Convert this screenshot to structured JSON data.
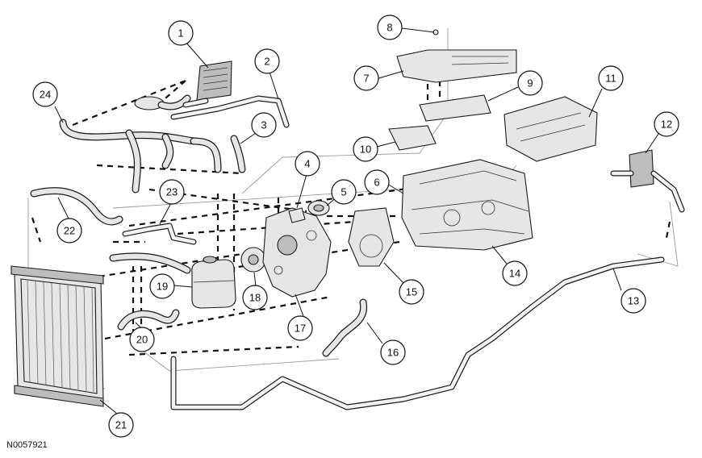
{
  "figure_code": "N0057921",
  "callouts": [
    "1",
    "2",
    "3",
    "4",
    "5",
    "6",
    "7",
    "8",
    "9",
    "10",
    "11",
    "12",
    "13",
    "14",
    "15",
    "16",
    "17",
    "18",
    "19",
    "20",
    "21",
    "22",
    "23",
    "24"
  ]
}
